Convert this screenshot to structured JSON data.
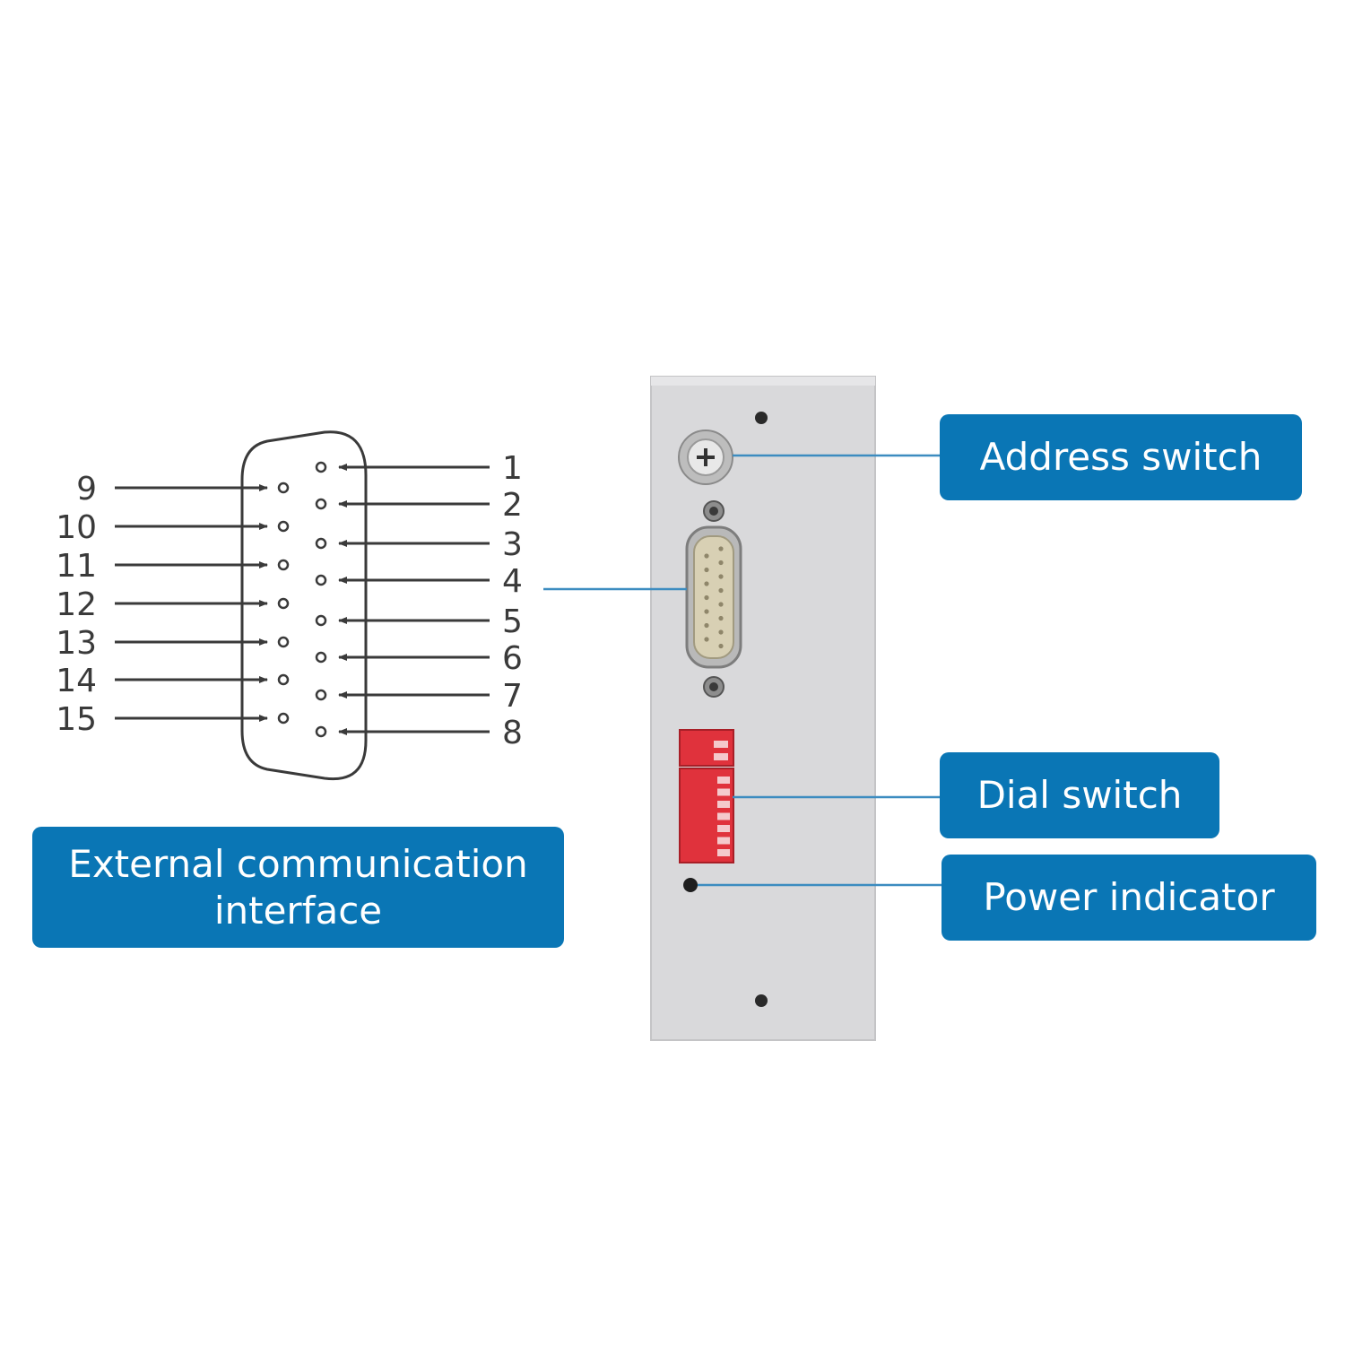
{
  "pinout": {
    "right_pins": [
      "1",
      "2",
      "3",
      "4",
      "5",
      "6",
      "7",
      "8"
    ],
    "left_pins": [
      "9",
      "10",
      "11",
      "12",
      "13",
      "14",
      "15"
    ]
  },
  "callouts": {
    "address_switch": "Address switch",
    "dial_switch": "Dial switch",
    "power_indicator": "Power indicator",
    "external_interface": "External communication\ninterface"
  },
  "colors": {
    "callout_bg": "#0a76b5",
    "leader_line": "#3c8cc0",
    "panel": "#d9d9db",
    "dip_switch": "#e0323c",
    "diagram_ink": "#3a3a3a"
  }
}
